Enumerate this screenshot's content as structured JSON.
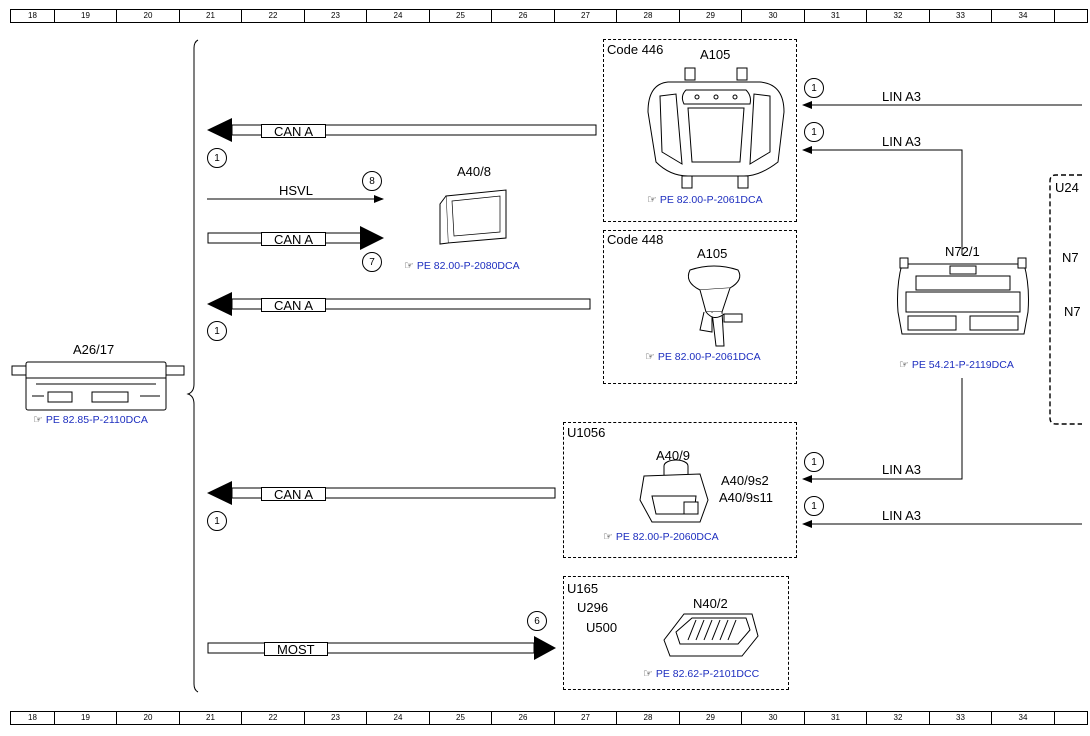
{
  "ruler": [
    "18",
    "19",
    "20",
    "21",
    "22",
    "23",
    "24",
    "25",
    "26",
    "27",
    "28",
    "29",
    "30",
    "31",
    "32",
    "33",
    "34",
    ""
  ],
  "components": {
    "a26_17": {
      "name": "A26/17",
      "ref": "PE 82.85-P-2110DCA"
    },
    "a40_8": {
      "name": "A40/8",
      "ref": "PE 82.00-P-2080DCA"
    },
    "code446": {
      "label": "Code 446",
      "name": "A105",
      "ref": "PE 82.00-P-2061DCA"
    },
    "code448": {
      "label": "Code 448",
      "name": "A105",
      "ref": "PE 82.00-P-2061DCA"
    },
    "n72_1": {
      "name": "N72/1",
      "ref": "PE 54.21-P-2119DCA"
    },
    "u1056": {
      "label": "U1056",
      "name": "A40/9",
      "sub1": "A40/9s2",
      "sub2": "A40/9s11",
      "ref": "PE 82.00-P-2060DCA"
    },
    "u165": {
      "label": "U165",
      "label2": "U296",
      "label3": "U500",
      "name": "N40/2",
      "ref": "PE 82.62-P-2101DCC"
    },
    "u24": {
      "label": "U24",
      "n1": "N7",
      "n2": "N7"
    }
  },
  "buses": {
    "can_a_1": "CAN A",
    "can_a_2": "CAN A",
    "can_a_3": "CAN A",
    "can_a_4": "CAN A",
    "hsvl": "HSVL",
    "most": "MOST",
    "lin_1": "LIN A3",
    "lin_2": "LIN A3",
    "lin_3": "LIN A3",
    "lin_4": "LIN A3"
  },
  "callouts": {
    "c1": "1",
    "c2": "8",
    "c3": "7",
    "c4": "1",
    "c5": "1",
    "c6": "6",
    "c7": "1",
    "c8": "1",
    "c9": "1",
    "c10": "1"
  },
  "colors": {
    "reference_link": "#1d2ebf",
    "line": "#000000"
  },
  "icons": {
    "reference": "pointing-hand-icon"
  }
}
